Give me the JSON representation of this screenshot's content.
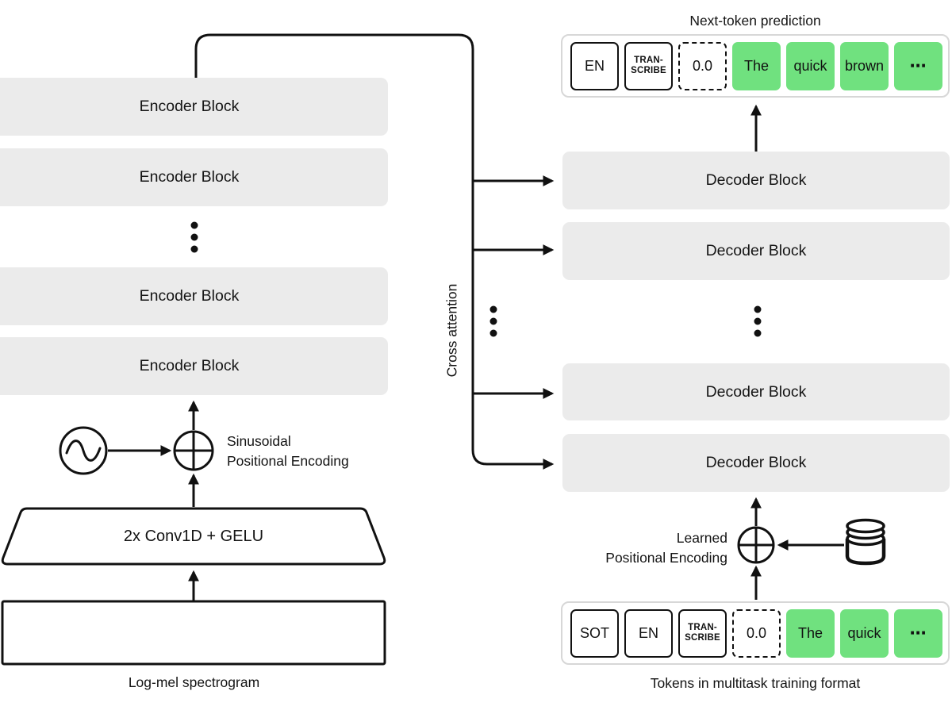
{
  "colors": {
    "accent_green": "#70e17f",
    "block_gray": "#ebebeb",
    "line": "#111111"
  },
  "cross_attention_label": "Cross attention",
  "encoder": {
    "blocks": [
      "Encoder Block",
      "Encoder Block",
      "Encoder Block",
      "Encoder Block"
    ],
    "positional_label": "Sinusoidal\nPositional Encoding",
    "conv_label": "2x Conv1D + GELU",
    "caption": "Log-mel spectrogram"
  },
  "decoder": {
    "blocks": [
      "Decoder Block",
      "Decoder Block",
      "Decoder Block",
      "Decoder Block"
    ],
    "positional_label": "Learned\nPositional Encoding",
    "title": "Next-token prediction",
    "caption": "Tokens in multitask training format"
  },
  "tokens_output": [
    {
      "label": "EN",
      "style": "solid"
    },
    {
      "label": "TRAN-\nSCRIBE",
      "style": "solid-small"
    },
    {
      "label": "0.0",
      "style": "dashed"
    },
    {
      "label": "The",
      "style": "green"
    },
    {
      "label": "quick",
      "style": "green"
    },
    {
      "label": "brown",
      "style": "green"
    },
    {
      "label": "⋯",
      "style": "green"
    }
  ],
  "tokens_input": [
    {
      "label": "SOT",
      "style": "solid"
    },
    {
      "label": "EN",
      "style": "solid"
    },
    {
      "label": "TRAN-\nSCRIBE",
      "style": "solid-small"
    },
    {
      "label": "0.0",
      "style": "dashed"
    },
    {
      "label": "The",
      "style": "green"
    },
    {
      "label": "quick",
      "style": "green"
    },
    {
      "label": "⋯",
      "style": "green"
    }
  ],
  "icons": {
    "sine": "sine-wave-icon",
    "plus_encoder": "add-positional-encoding-icon",
    "plus_decoder": "add-positional-encoding-icon",
    "embedding_store": "token-embedding-stack-icon"
  }
}
